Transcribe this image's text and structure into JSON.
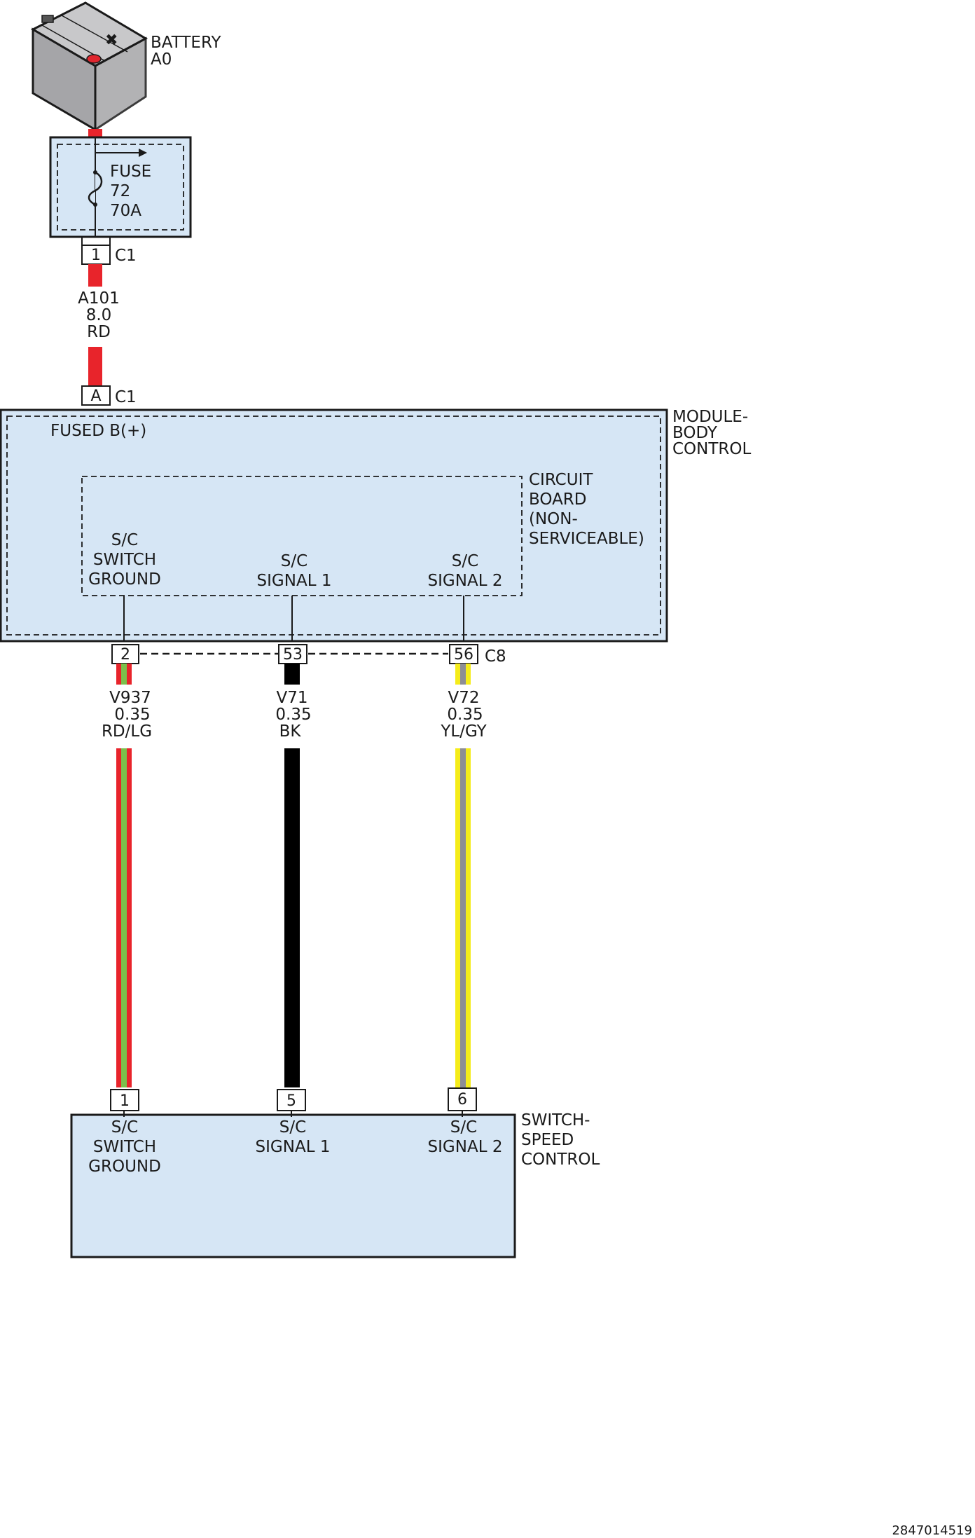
{
  "colors": {
    "panel_fill": "#d6e6f5",
    "outline": "#1a1a1a",
    "red": "#e8242b",
    "light_green": "#7cc04b",
    "black": "#000000",
    "yellow": "#f5ec1a",
    "gray": "#8e8e94",
    "battery_body": "#a5a5a8",
    "battery_top": "#c8c8ca",
    "battery_terminal": "#e0262e"
  },
  "battery": {
    "name": "BATTERY",
    "id": "A0",
    "icon": "battery-icon"
  },
  "fuse": {
    "label": "FUSE",
    "number": "72",
    "rating": "70A",
    "icon": "fuse-icon",
    "arrow_icon": "arrow-right-icon",
    "pin": "1",
    "connector": "C1"
  },
  "feed_wire": {
    "circuit": "A101",
    "gauge": "8.0",
    "color": "RD"
  },
  "bcm": {
    "name_line1": "MODULE-",
    "name_line2": "BODY",
    "name_line3": "CONTROL",
    "input_pin": "A",
    "input_connector": "C1",
    "fused_label": "FUSED B(+)",
    "board_line1": "CIRCUIT",
    "board_line2": "BOARD",
    "board_line3": "(NON-",
    "board_line4": "SERVICEABLE)",
    "output_connector": "C8",
    "signals": [
      {
        "line1": "S/C",
        "line2": "SWITCH",
        "line3": "GROUND",
        "pin": "2"
      },
      {
        "line1": "S/C",
        "line2": "SIGNAL 1",
        "pin": "53"
      },
      {
        "line1": "S/C",
        "line2": "SIGNAL 2",
        "pin": "56"
      }
    ]
  },
  "wires": [
    {
      "circuit": "V937",
      "gauge": "0.35",
      "color": "RD/LG"
    },
    {
      "circuit": "V71",
      "gauge": "0.35",
      "color": "BK"
    },
    {
      "circuit": "V72",
      "gauge": "0.35",
      "color": "YL/GY"
    }
  ],
  "switch": {
    "name_line1": "SWITCH-",
    "name_line2": "SPEED",
    "name_line3": "CONTROL",
    "pins": [
      {
        "pin": "1",
        "line1": "S/C",
        "line2": "SWITCH",
        "line3": "GROUND"
      },
      {
        "pin": "5",
        "line1": "S/C",
        "line2": "SIGNAL 1"
      },
      {
        "pin": "6",
        "line1": "S/C",
        "line2": "SIGNAL 2"
      }
    ]
  },
  "document_id": "2847014519"
}
